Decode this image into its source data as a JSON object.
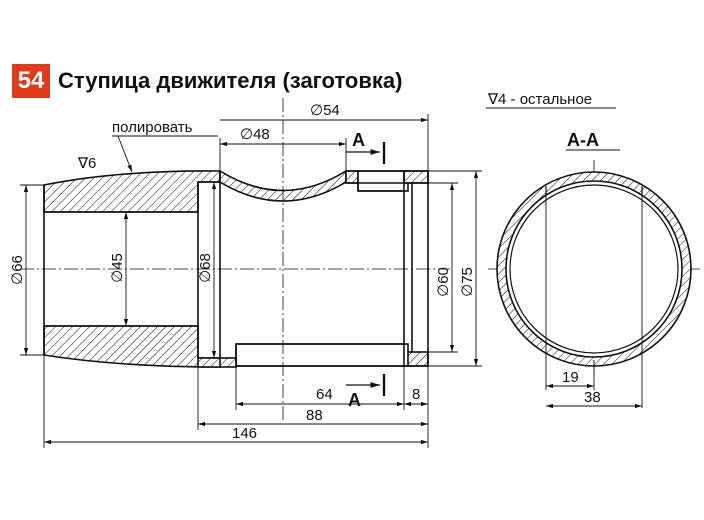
{
  "header": {
    "number": "54",
    "title": "Ступица движителя (заготовка)"
  },
  "notes": {
    "polish": "полировать",
    "roughness_polish": "∇6",
    "roughness_rest": "∇4 - остальное"
  },
  "section": {
    "marker": "А",
    "title": "А-А"
  },
  "dimensions": {
    "d66": "∅66",
    "d45": "∅45",
    "d68": "∅68",
    "d48": "∅48",
    "d54": "∅54",
    "d60": "∅60",
    "d75": "∅75",
    "l64": "64",
    "l8": "8",
    "l88": "88",
    "l146": "146",
    "w19": "19",
    "w38": "38"
  },
  "colors": {
    "badge": "#e03a16",
    "line": "#111111"
  }
}
